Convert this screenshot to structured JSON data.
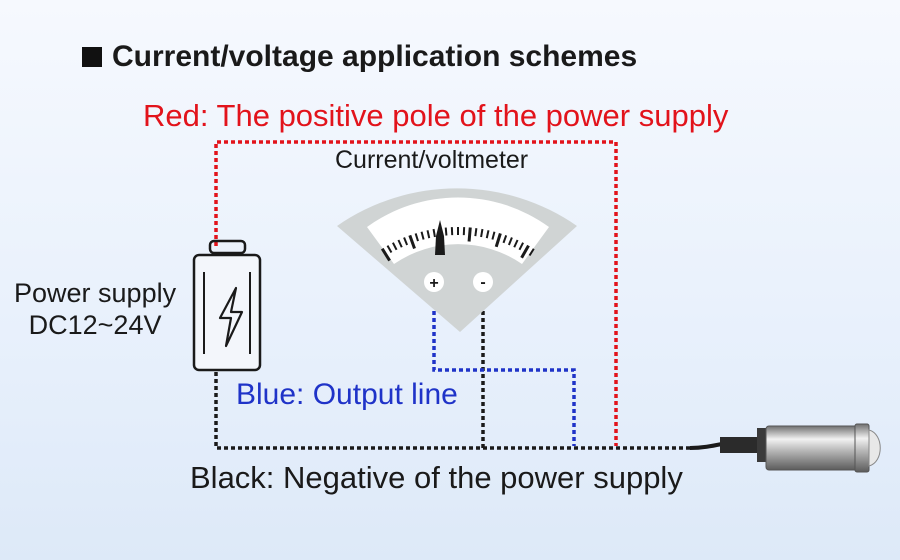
{
  "title": "Current/voltage application schemes",
  "labels": {
    "red": "Red: The positive pole of the power supply",
    "meter": "Current/voltmeter",
    "power_line1": "Power supply",
    "power_line2": "DC12~24V",
    "blue": "Blue: Output line",
    "black": "Black: Negative of the power supply"
  },
  "meter_terminals": {
    "plus": "+",
    "minus": "-"
  },
  "colors": {
    "red_wire": "#e2131b",
    "blue_wire": "#1f33c8",
    "black_wire": "#1a1a1a",
    "meter_face": "#d0d4d4"
  },
  "icons": [
    "battery-icon",
    "lightning-icon",
    "meter-icon",
    "sensor-probe-icon"
  ]
}
